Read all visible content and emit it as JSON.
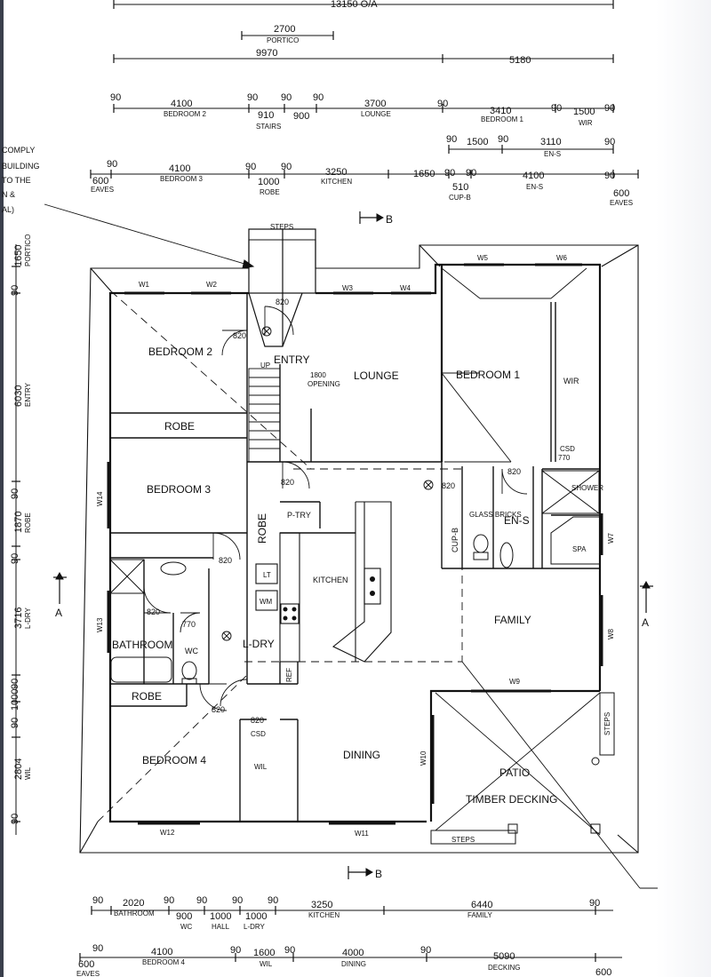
{
  "top_cut_label": "13150 O/A",
  "note_lines": [
    "COMPLY",
    "BUILDING",
    "TO THE",
    "N &",
    "AL)"
  ],
  "rooms": {
    "bedroom2": "BEDROOM 2",
    "entry": "ENTRY",
    "lounge": "LOUNGE",
    "bedroom1": "BEDROOM 1",
    "wir": "WIR",
    "robe": "ROBE",
    "bedroom3": "BEDROOM 3",
    "robe_v": "ROBE",
    "ptry": "P-TRY",
    "kitchen": "KITCHEN",
    "cupb": "CUP-B",
    "glass_bricks": "GLASS BRICKS",
    "ens": "EN-S",
    "shower": "SHOWER",
    "spa": "SPA",
    "family": "FAMILY",
    "bathroom": "BATHROOM",
    "wc": "WC",
    "lt": "LT",
    "wm": "WM",
    "ldry": "L-DRY",
    "ref": "REF",
    "robe2": "ROBE",
    "bedroom4": "BEDROOM 4",
    "csd": "CSD",
    "wil": "WIL",
    "dining": "DINING",
    "patio": "PATIO",
    "timber": "TIMBER DECKING",
    "steps_top": "STEPS",
    "steps_patio": "STEPS",
    "steps_side": "STEPS",
    "up": "UP",
    "opening_1": "1800",
    "opening_2": "OPENING",
    "csd_wir": "CSD",
    "csd_wir_size": "770"
  },
  "doors": [
    "820",
    "820",
    "820",
    "820",
    "820",
    "820",
    "820",
    "770",
    "820",
    "820"
  ],
  "windows": [
    "W1",
    "W2",
    "W3",
    "W4",
    "W5",
    "W6",
    "W7",
    "W8",
    "W9",
    "W10",
    "W11",
    "W12",
    "W13",
    "W14"
  ],
  "section_markers": [
    "B",
    "B",
    "A",
    "A"
  ],
  "top_dims": {
    "portico": {
      "value": "2700",
      "label": "PORTICO"
    },
    "overall": [
      "9970",
      "5180"
    ],
    "row1": [
      {
        "value": "90"
      },
      {
        "value": "4100",
        "label": "BEDROOM 2"
      },
      {
        "value": "90"
      },
      {
        "value": "910",
        "label": "STAIRS"
      },
      {
        "value": "90"
      },
      {
        "value": "900"
      },
      {
        "value": "90"
      },
      {
        "value": "3700",
        "label": "LOUNGE"
      },
      {
        "value": "90"
      },
      {
        "value": "3410",
        "label": "BEDROOM 1"
      },
      {
        "value": "90"
      },
      {
        "value": "1500",
        "label": "WIR"
      },
      {
        "value": "90"
      }
    ],
    "row2": [
      {
        "value": "90"
      },
      {
        "value": "1500"
      },
      {
        "value": "90"
      },
      {
        "value": "3110",
        "label": "EN-S"
      },
      {
        "value": "90"
      }
    ],
    "row3": [
      {
        "value": "600",
        "label": "EAVES"
      },
      {
        "value": "90"
      },
      {
        "value": "4100",
        "label": "BEDROOM 3"
      },
      {
        "value": "90"
      },
      {
        "value": "1000",
        "label": "ROBE"
      },
      {
        "value": "90"
      },
      {
        "value": "3250",
        "label": "KITCHEN"
      },
      {
        "value": "1650"
      },
      {
        "value": "90"
      },
      {
        "value": "510",
        "label": "CUP-B"
      },
      {
        "value": "90"
      },
      {
        "value": "4100",
        "label": "EN-S"
      },
      {
        "value": "90"
      },
      {
        "value": "600",
        "label": "EAVES"
      }
    ]
  },
  "left_dims": [
    {
      "value": "1650",
      "label": "PORTICO"
    },
    {
      "value": "90"
    },
    {
      "value": "6030",
      "label": "ENTRY"
    },
    {
      "value": "90"
    },
    {
      "value": "1870",
      "label": "ROBE"
    },
    {
      "value": "90"
    },
    {
      "value": "3716",
      "label": "L-DRY"
    },
    {
      "value": "90"
    },
    {
      "value": "1000"
    },
    {
      "value": "90"
    },
    {
      "value": "2804",
      "label": "WIL"
    },
    {
      "value": "90"
    }
  ],
  "bottom_dims": {
    "row1": [
      {
        "value": "90"
      },
      {
        "value": "2020",
        "label": "BATHROOM"
      },
      {
        "value": "90"
      },
      {
        "value": "900",
        "label": "WC"
      },
      {
        "value": "90"
      },
      {
        "value": "1000",
        "label": "HALL"
      },
      {
        "value": "90"
      },
      {
        "value": "1000",
        "label": "L-DRY"
      },
      {
        "value": "90"
      },
      {
        "value": "3250",
        "label": "KITCHEN"
      },
      {
        "value": "6440",
        "label": "FAMILY"
      },
      {
        "value": "90"
      }
    ],
    "row2": [
      {
        "value": "90"
      },
      {
        "value": "600",
        "label": "EAVES"
      },
      {
        "value": "4100",
        "label": "BEDROOM 4"
      },
      {
        "value": "90"
      },
      {
        "value": "1600",
        "label": "WIL"
      },
      {
        "value": "90"
      },
      {
        "value": "4000",
        "label": "DINING"
      },
      {
        "value": "90"
      },
      {
        "value": "5090",
        "label": "DECKING"
      },
      {
        "value": "600"
      }
    ]
  }
}
